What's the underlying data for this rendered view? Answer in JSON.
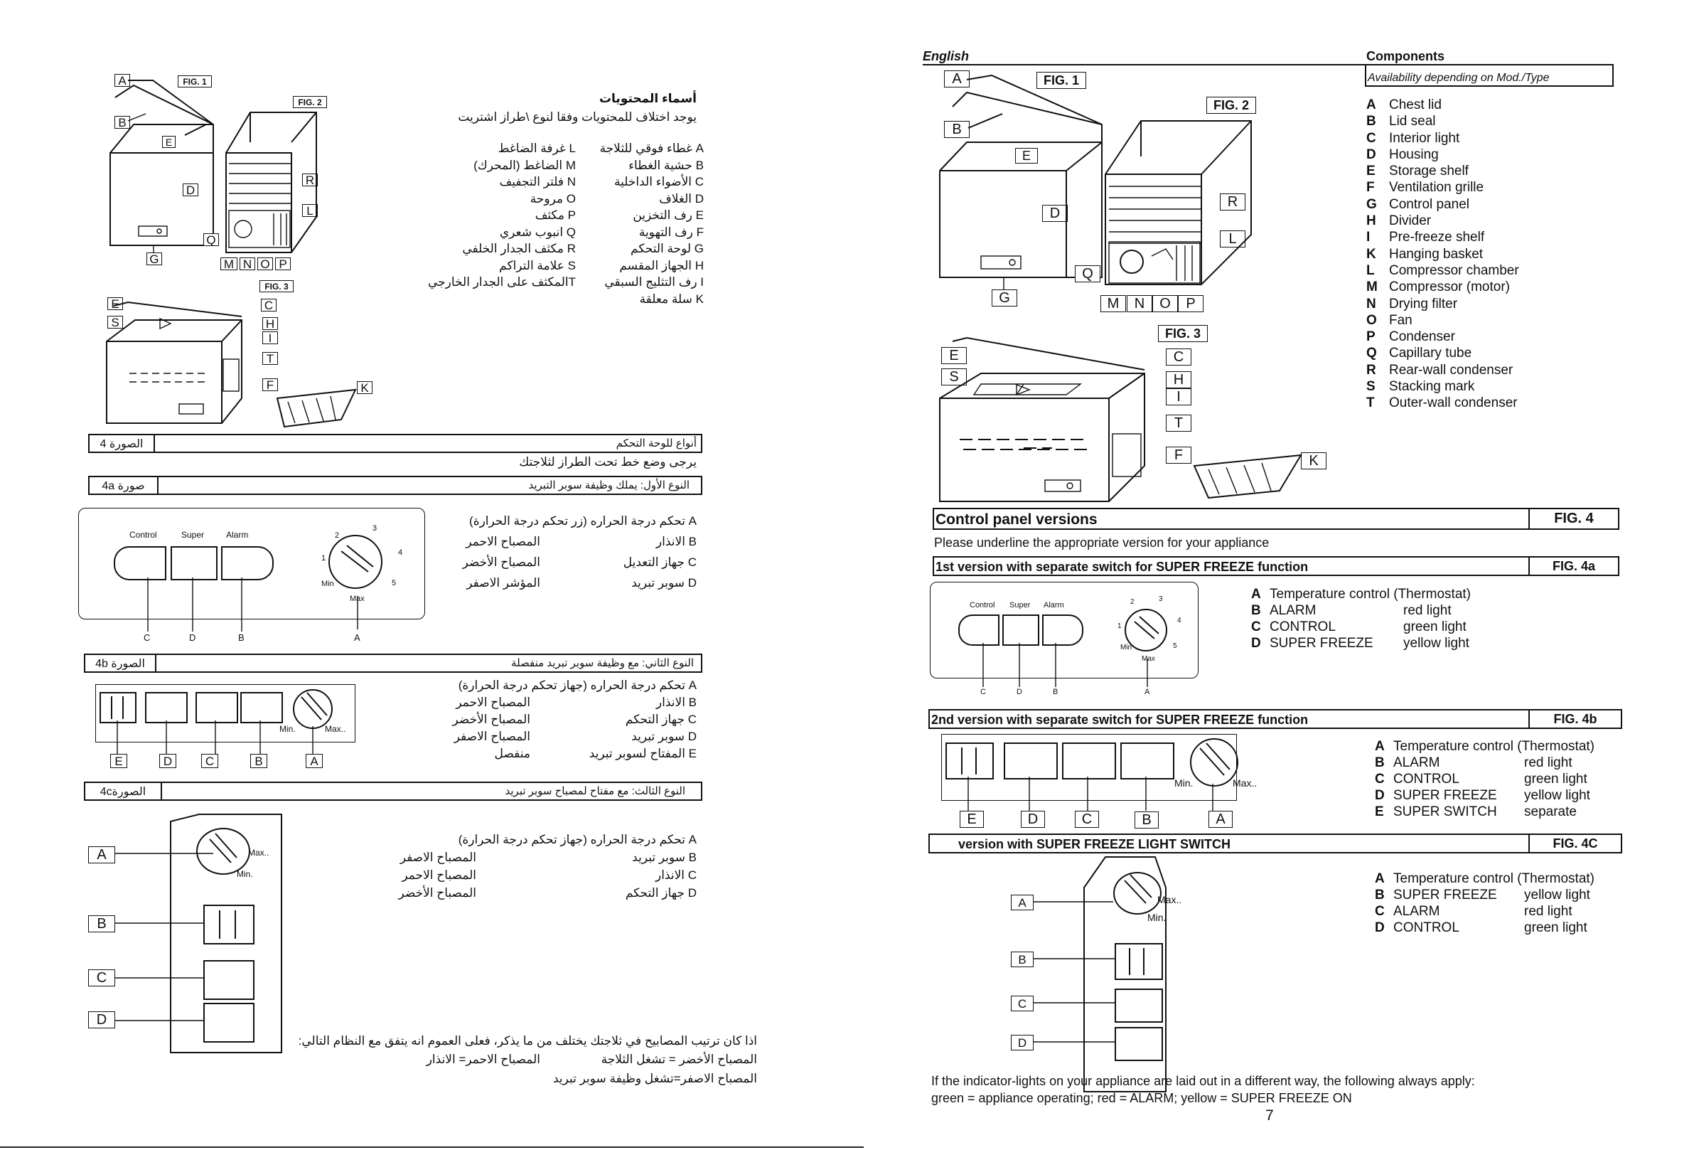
{
  "right": {
    "language": "English",
    "components_title": "Components",
    "availability": "Availability depending on Mod./Type",
    "fig1": "FIG. 1",
    "fig2": "FIG. 2",
    "fig3": "FIG. 3",
    "components": [
      {
        "k": "A",
        "v": "Chest lid"
      },
      {
        "k": "B",
        "v": "Lid seal"
      },
      {
        "k": "C",
        "v": "Interior light"
      },
      {
        "k": "D",
        "v": "Housing"
      },
      {
        "k": "E",
        "v": "Storage shelf"
      },
      {
        "k": "F",
        "v": "Ventilation grille"
      },
      {
        "k": "G",
        "v": "Control panel"
      },
      {
        "k": "H",
        "v": "Divider"
      },
      {
        "k": "I",
        "v": "Pre-freeze shelf"
      },
      {
        "k": "K",
        "v": "Hanging basket"
      },
      {
        "k": "L",
        "v": "Compressor chamber"
      },
      {
        "k": "M",
        "v": "Compressor (motor)"
      },
      {
        "k": "N",
        "v": "Drying filter"
      },
      {
        "k": "O",
        "v": "Fan"
      },
      {
        "k": "P",
        "v": "Condenser"
      },
      {
        "k": "Q",
        "v": "Capillary tube"
      },
      {
        "k": "R",
        "v": "Rear-wall condenser"
      },
      {
        "k": "S",
        "v": "Stacking mark"
      },
      {
        "k": "T",
        "v": "Outer-wall condenser"
      }
    ],
    "cp_title": "Control panel versions",
    "cp_fig": "FIG. 4",
    "cp_note": "Please underline the appropriate version for your appliance",
    "v1_title": "1st version with separate switch for SUPER FREEZE function",
    "v1_fig": "FIG. 4a",
    "v1_panel": {
      "control": "Control",
      "super": "Super",
      "alarm": "Alarm",
      "min": "Min",
      "max": "Max",
      "d1": "1",
      "d2": "2",
      "d3": "3",
      "d4": "4",
      "d5": "5"
    },
    "v1_items": [
      {
        "k": "A",
        "v": "Temperature control (Thermostat)",
        "c": ""
      },
      {
        "k": "B",
        "v": "ALARM",
        "c": "red light"
      },
      {
        "k": "C",
        "v": "CONTROL",
        "c": "green light"
      },
      {
        "k": "D",
        "v": "SUPER FREEZE",
        "c": "yellow light"
      }
    ],
    "v2_title": "2nd  version with separate switch for SUPER FREEZE function",
    "v2_fig": "FIG. 4b",
    "v2_items": [
      {
        "k": "A",
        "v": "Temperature control (Thermostat)",
        "c": ""
      },
      {
        "k": "B",
        "v": "ALARM",
        "c": "red light"
      },
      {
        "k": "C",
        "v": "CONTROL",
        "c": "green light"
      },
      {
        "k": "D",
        "v": "SUPER FREEZE",
        "c": "yellow light"
      },
      {
        "k": "E",
        "v": "SUPER SWITCH",
        "c": "separate"
      }
    ],
    "v3_title": "version with SUPER FREEZE LIGHT SWITCH",
    "v3_fig": "FIG. 4C",
    "v3_items": [
      {
        "k": "A",
        "v": "Temperature control (Thermostat)",
        "c": ""
      },
      {
        "k": "B",
        "v": "SUPER FREEZE",
        "c": "yellow light"
      },
      {
        "k": "C",
        "v": "ALARM",
        "c": "red light"
      },
      {
        "k": "D",
        "v": "CONTROL",
        "c": "green light"
      }
    ],
    "panel_min": "Min.",
    "panel_max": "Max..",
    "footer1": "If the indicator-lights on your appliance are laid out in a different way, the following always apply:",
    "footer2": "green = appliance operating; red = ALARM; yellow = SUPER FREEZE ON",
    "page_number": "7"
  },
  "left": {
    "fig1": "FIG. 1",
    "fig2": "FIG. 2",
    "fig3": "FIG. 3",
    "title": "أسماء المحتويات",
    "subtitle": "يوجد اختلاف للمحتويات وفقا لنوع \\طراز اشتريت",
    "col_right": [
      "A غطاء فوقي للثلاجة",
      "B حشية الغطاء",
      "C الأضواء الداخلية",
      "D الغلاف",
      "E رف التخزين",
      "F رف التهوية",
      "G لوحة التحكم",
      "H الجهاز المقسم",
      "I رف التثليج السبقي",
      "K سلة معلقة"
    ],
    "col_left": [
      "L غرفة الضاغط",
      "M الضاغط (المحرك)",
      "N فلتر التجفيف",
      "O مروحة",
      "P مكثف",
      "Q انبوب شعري",
      "R مكثف الجدار الخلفي",
      "S علامة التراكم",
      "Tالمكثف على الجدار الخارجي"
    ],
    "fig4_label": "الصورة 4",
    "fig4_title": "أنواع للوحة التحكم",
    "fig4_note": "يرجى وضع خط تحت الطراز  لثلاجتك",
    "fig4a_label": "صورة 4a",
    "fig4a_title": "النوع الأول: يملك وظيفة سوبر التبريد",
    "v1_rows": [
      {
        "r": "A تحكم درجة الحراره (زر تحكم درجة الحرارة)",
        "l": ""
      },
      {
        "r": "B الانذار",
        "l": "المصباح الاحمر"
      },
      {
        "r": "C جهاز التعديل",
        "l": "المصباح الأخضر"
      },
      {
        "r": "D سوبر تبريد",
        "l": "المؤشر الاصفر"
      }
    ],
    "fig4b_label": "الصورة 4b",
    "fig4b_title": "النوع  الثاني:  مع وظيفة سوبر تبريد منفصلة",
    "v2_rows": [
      {
        "r": "A  تحكم درجة الحراره (جهاز تحكم درجة الحرارة)",
        "l": ""
      },
      {
        "r": "B الانذار",
        "l": "المصباح الاحمر"
      },
      {
        "r": "C جهاز التحكم",
        "l": "المصباح الأخضر"
      },
      {
        "r": "D  سوبر تبريد",
        "l": "المصباح الاصفر"
      },
      {
        "r": "E المفتاح لسوبر تبريد",
        "l": "منفصل"
      }
    ],
    "fig4c_label": "الصورة4c",
    "fig4c_title": "النوع  الثالث:  مع مفتاح لمصباح سوبر تبريد",
    "v3_rows": [
      {
        "r": "A  تحكم درجة الحراره (جهاز تحكم درجة الحرارة)",
        "l": ""
      },
      {
        "r": "B سوبر تبريد",
        "l": "المصباح الاصفر"
      },
      {
        "r": "C الانذار",
        "l": "المصباح الاحمر"
      },
      {
        "r": "D جهاز التحكم",
        "l": "المصباح الأخضر"
      }
    ],
    "footer1": "اذا كان ترتيب المصابيح في ثلاجتك يختلف من ما يذكر، فعلى العموم انه يتفق مع النظام التالي:",
    "footer2a": "المصباح الأخضر  =  تشغل الثلاجة",
    "footer2b": "المصباح الاحمر= الانذار",
    "footer3": "المصباح الاصفر=تشغل وظيفة سوبر تبريد"
  },
  "letters": {
    "A": "A",
    "B": "B",
    "C": "C",
    "D": "D",
    "E": "E",
    "F": "F",
    "G": "G",
    "H": "H",
    "I": "I",
    "K": "K",
    "L": "L",
    "M": "M",
    "N": "N",
    "O": "O",
    "P": "P",
    "Q": "Q",
    "R": "R",
    "S": "S",
    "T": "T"
  }
}
